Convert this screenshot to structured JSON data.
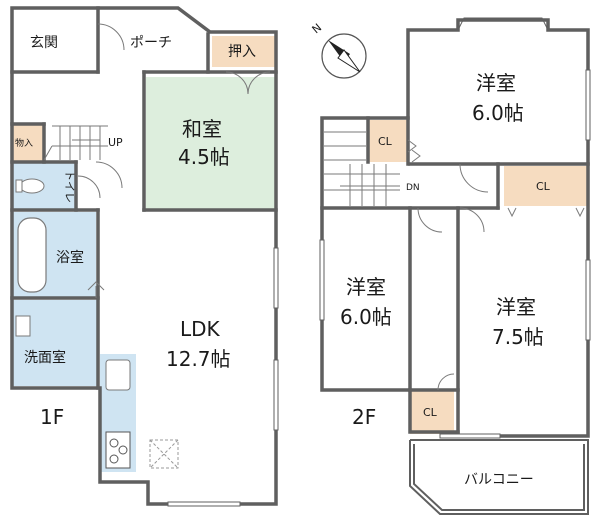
{
  "floor1": {
    "label": "1F",
    "rooms": {
      "entrance": "玄関",
      "porch": "ポーチ",
      "oshiire": "押入",
      "storage": "物入",
      "up": "UP",
      "toilet": "トイレ",
      "bath": "浴室",
      "washroom": "洗面室",
      "washitsu_name": "和室",
      "washitsu_size": "4.5帖",
      "ldk_name": "LDK",
      "ldk_size": "12.7帖"
    }
  },
  "floor2": {
    "label": "2F",
    "rooms": {
      "cl_stair": "CL",
      "cl_upper": "CL",
      "cl_lower": "CL",
      "dn": "DN",
      "west_name": "洋室",
      "west_size": "6.0帖",
      "north_name": "洋室",
      "north_size": "6.0帖",
      "east_name": "洋室",
      "east_size": "7.5帖",
      "balcony": "バルコニー"
    }
  },
  "compass": {
    "label": "N",
    "icon": "north-arrow-icon"
  },
  "colors": {
    "wall": "#5f5f5f",
    "tatami": "#ddeedd",
    "water": "#cfe4f2",
    "closet": "#f6dcc0",
    "floor": "#ffffff"
  }
}
